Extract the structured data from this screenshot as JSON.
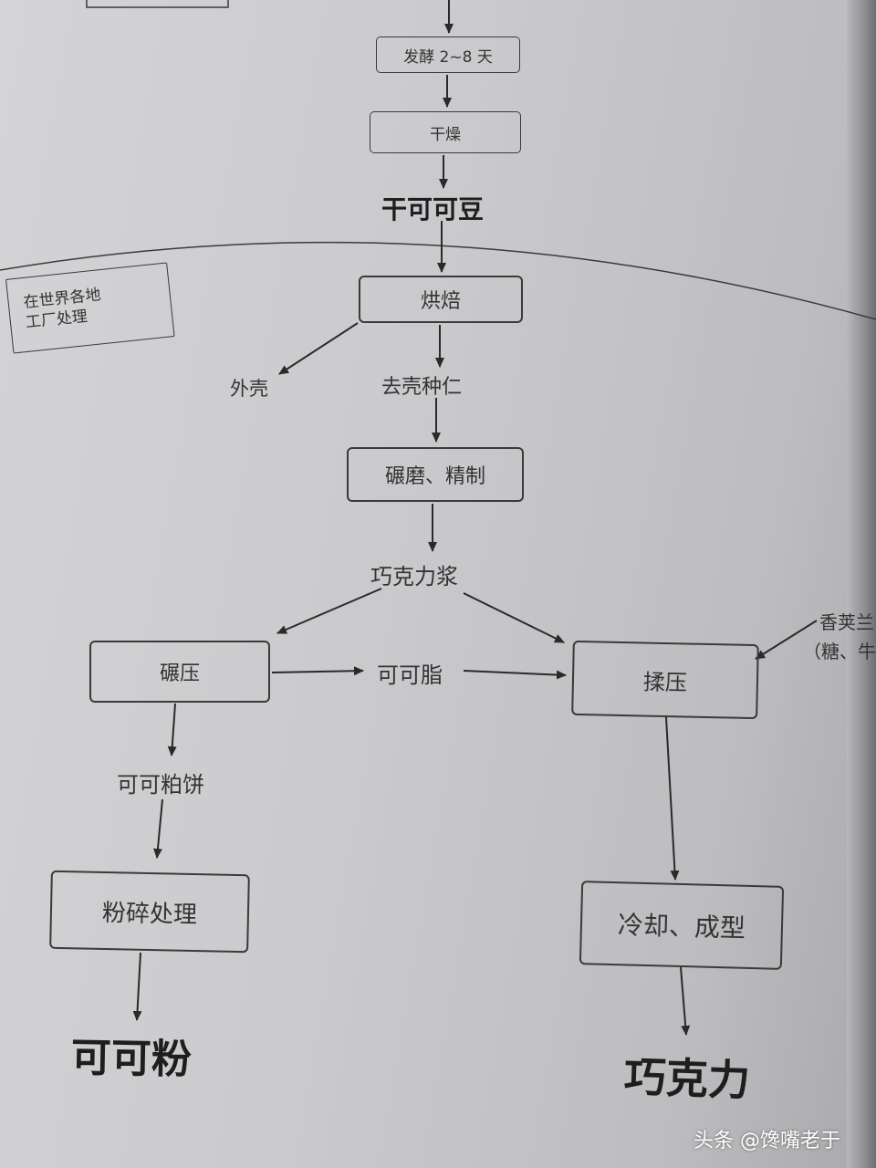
{
  "nodes": {
    "ferment": "发酵 2~8 天",
    "dry": "干燥",
    "dry_beans": "干可可豆",
    "region_line1": "在世界各地",
    "region_line2": "工厂处理",
    "roast": "烘焙",
    "shell": "外壳",
    "nibs": "去壳种仁",
    "grind": "碾磨、精制",
    "liquor": "巧克力浆",
    "press": "碾压",
    "butter": "可可脂",
    "conche": "揉压",
    "additive_line1": "香荚兰",
    "additive_line2": "（糖、牛",
    "cake": "可可粕饼",
    "pulverize": "粉碎处理",
    "cool": "冷却、成型",
    "cocoa_powder": "可可粉",
    "chocolate": "巧克力"
  },
  "watermark": "头条 @馋嘴老于"
}
